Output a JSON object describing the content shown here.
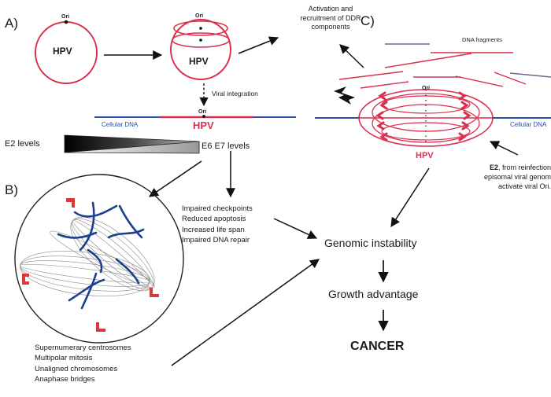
{
  "panels": {
    "a": "A)",
    "b": "B)",
    "c": "C)"
  },
  "hpv_label": "HPV",
  "ori_label": "Ori",
  "viral_integration": "Viral integration",
  "cellular_dna": "Cellular DNA",
  "activation": {
    "line1": "Activation and",
    "line2": "recruitment of DDR",
    "line3": "components"
  },
  "dna_fragments": "DNA fragments",
  "e2_levels": "E2 levels",
  "e6e7_levels": "E6 E7 levels",
  "effects": [
    "Impaired checkpoints",
    "Reduced apoptosis",
    "Increased life span",
    "Impaired DNA repair"
  ],
  "mitotic_defects": [
    "Supernumerary centrosomes",
    "Multipolar mitosis",
    "Unaligned chromosomes",
    "Anaphase bridges"
  ],
  "e2_note": {
    "bold": "E2",
    "line1": ", from reinfection",
    "line2": "episomal viral genom",
    "line3": "activate viral Ori."
  },
  "flow": {
    "step1": "Genomic instability",
    "step2": "Growth advantage",
    "step3": "CANCER"
  },
  "colors": {
    "hpv": "#d9304d",
    "cellular_dna": "#2a4fa3",
    "chromosome": "#1c3f8f",
    "centrosome": "#d83a3a"
  }
}
